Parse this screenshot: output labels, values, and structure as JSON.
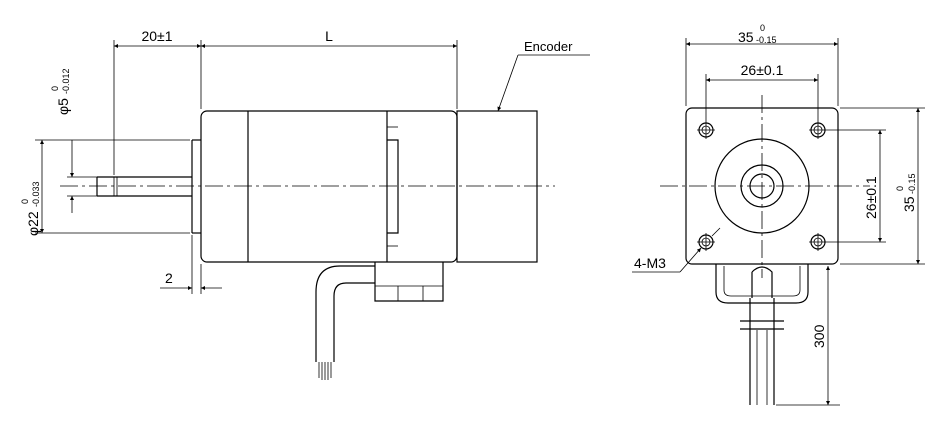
{
  "side_view": {
    "shaft_length_label": "20±1",
    "body_length_label": "L",
    "encoder_label": "Encoder",
    "shaft_diameter": {
      "base": "φ5",
      "upper": "0",
      "lower": "-0.012"
    },
    "boss_diameter": {
      "base": "φ22",
      "upper": "0",
      "lower": "-0.033"
    },
    "flange_thickness_label": "2"
  },
  "end_view": {
    "width_dim": {
      "base": "35",
      "upper": "0",
      "lower": "-0.15"
    },
    "hole_spacing_h_label": "26±0.1",
    "hole_spacing_v_label": "26±0.1",
    "height_dim": {
      "base": "35",
      "upper": "0",
      "lower": "-0.15"
    },
    "holes_label": "4-M3",
    "cable_length_label": "300"
  }
}
